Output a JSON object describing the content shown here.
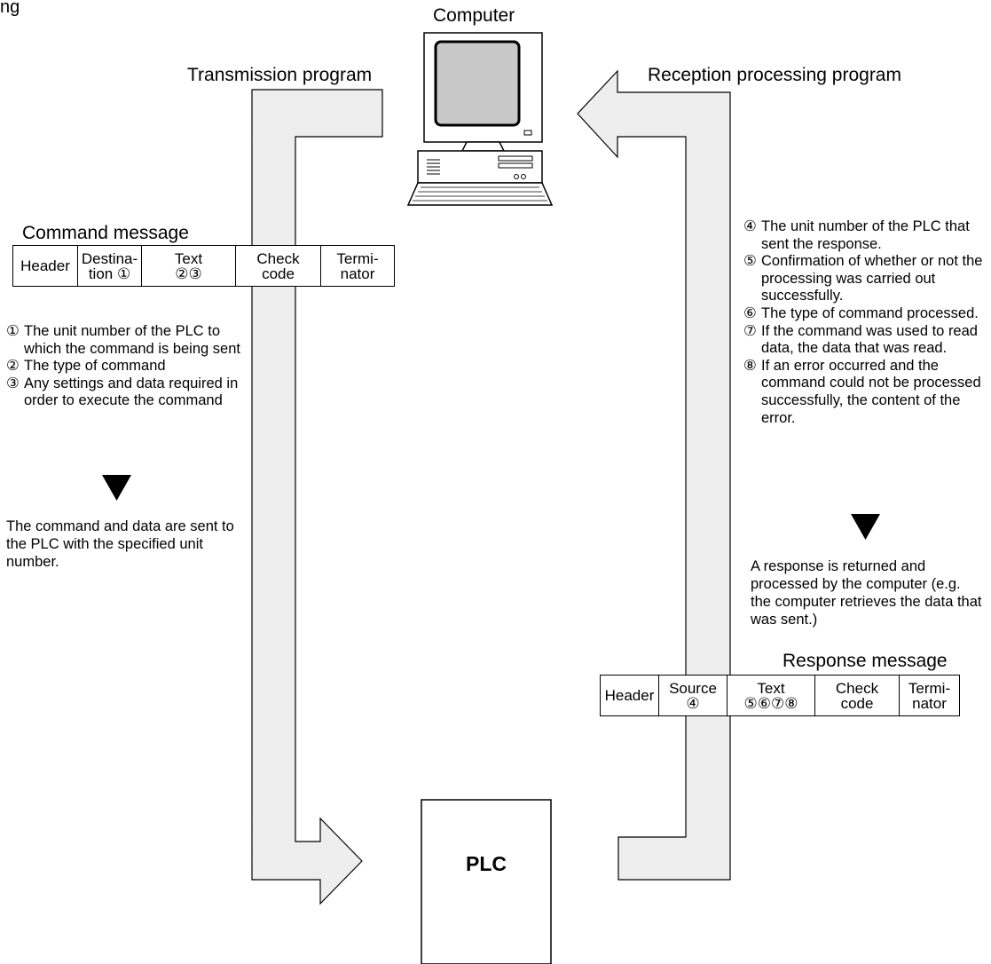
{
  "top_label": "ng",
  "computer_label": "Computer",
  "transmission_label": "Transmission program",
  "reception_label": "Reception processing program",
  "command_message": {
    "title": "Command message",
    "fields": [
      {
        "line1": "Header",
        "line2": ""
      },
      {
        "line1": "Destina-",
        "line2": "tion ①"
      },
      {
        "line1": "Text",
        "line2": "②③"
      },
      {
        "line1": "Check",
        "line2": "code"
      },
      {
        "line1": "Termi-",
        "line2": "nator"
      }
    ]
  },
  "response_message": {
    "title": "Response message",
    "fields": [
      {
        "line1": "Header",
        "line2": ""
      },
      {
        "line1": "Source",
        "line2": "④"
      },
      {
        "line1": "Text",
        "line2": "⑤⑥⑦⑧"
      },
      {
        "line1": "Check",
        "line2": "code"
      },
      {
        "line1": "Termi-",
        "line2": "nator"
      }
    ]
  },
  "command_notes": [
    {
      "num": "①",
      "text": "The unit number of the PLC to which the command is being sent"
    },
    {
      "num": "②",
      "text": "The type of command"
    },
    {
      "num": "③",
      "text": "Any settings and data required in order to execute the command"
    }
  ],
  "command_result": "The command and data are sent to the PLC with the specified unit number.",
  "response_notes": [
    {
      "num": "④",
      "text": "The unit number of the PLC that sent the response."
    },
    {
      "num": "⑤",
      "text": "Confirmation of whether or not the processing was carried out successfully."
    },
    {
      "num": "⑥",
      "text": "The type of command processed."
    },
    {
      "num": "⑦",
      "text": "If the command was used to read data, the data that was read."
    },
    {
      "num": "⑧",
      "text": "If an error occurred and the command could not be processed successfully, the content of the error."
    }
  ],
  "response_result": "A response is returned and processed by the computer (e.g. the computer retrieves the data that was sent.)",
  "plc_label": "PLC",
  "colors": {
    "arrow_fill": "#eeeeee",
    "stroke": "#000000",
    "screen": "#c8c8c8",
    "background": "#ffffff"
  },
  "icons": [
    "computer-icon",
    "down-triangle-icon"
  ]
}
